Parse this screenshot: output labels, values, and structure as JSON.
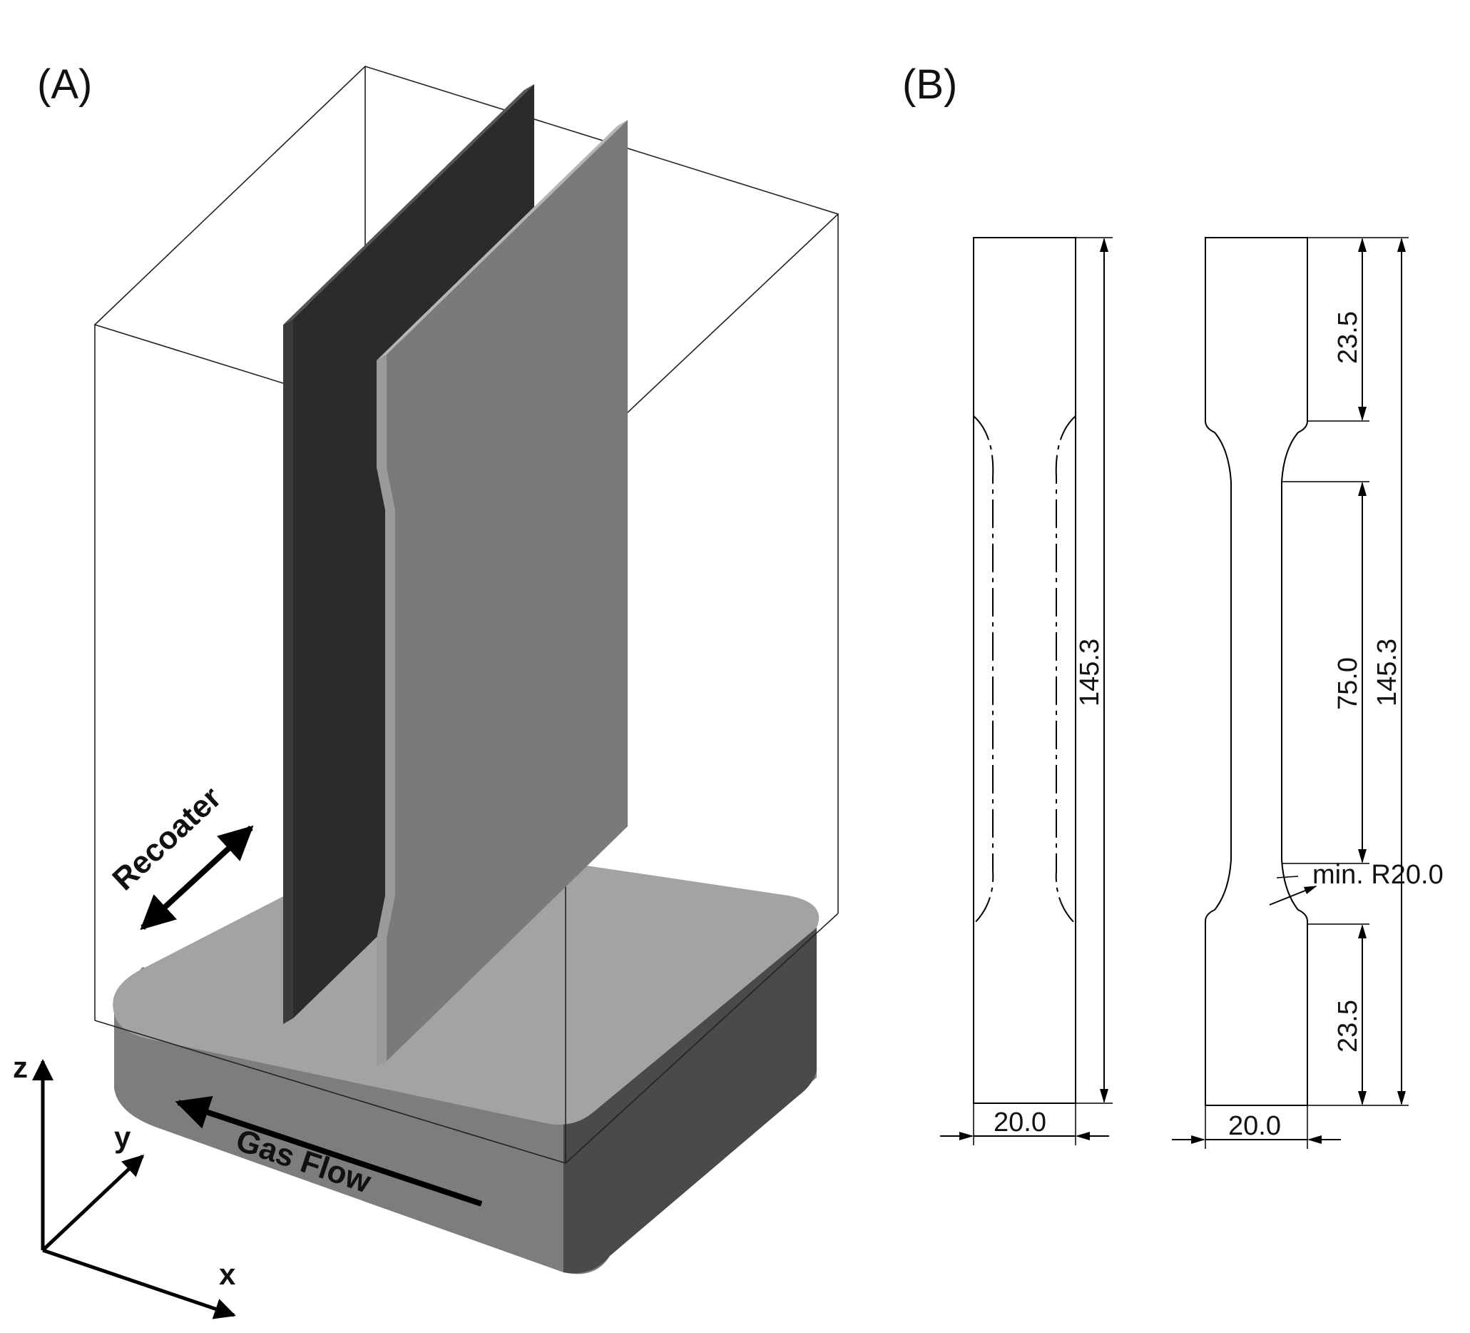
{
  "panels": {
    "a": {
      "label": "(A)",
      "axes": {
        "z": "z",
        "y": "y",
        "x": "x"
      },
      "recoater_label": "Recoater",
      "gas_flow_label": "Gas Flow"
    },
    "b": {
      "label": "(B)",
      "left_specimen": {
        "height_dim": "145.3",
        "width_dim": "20.0"
      },
      "right_specimen": {
        "top_dim": "23.5",
        "gauge_dim": "75.0",
        "bottom_dim": "23.5",
        "height_dim": "145.3",
        "width_dim": "20.0",
        "radius_note": "min. R20.0"
      }
    }
  }
}
